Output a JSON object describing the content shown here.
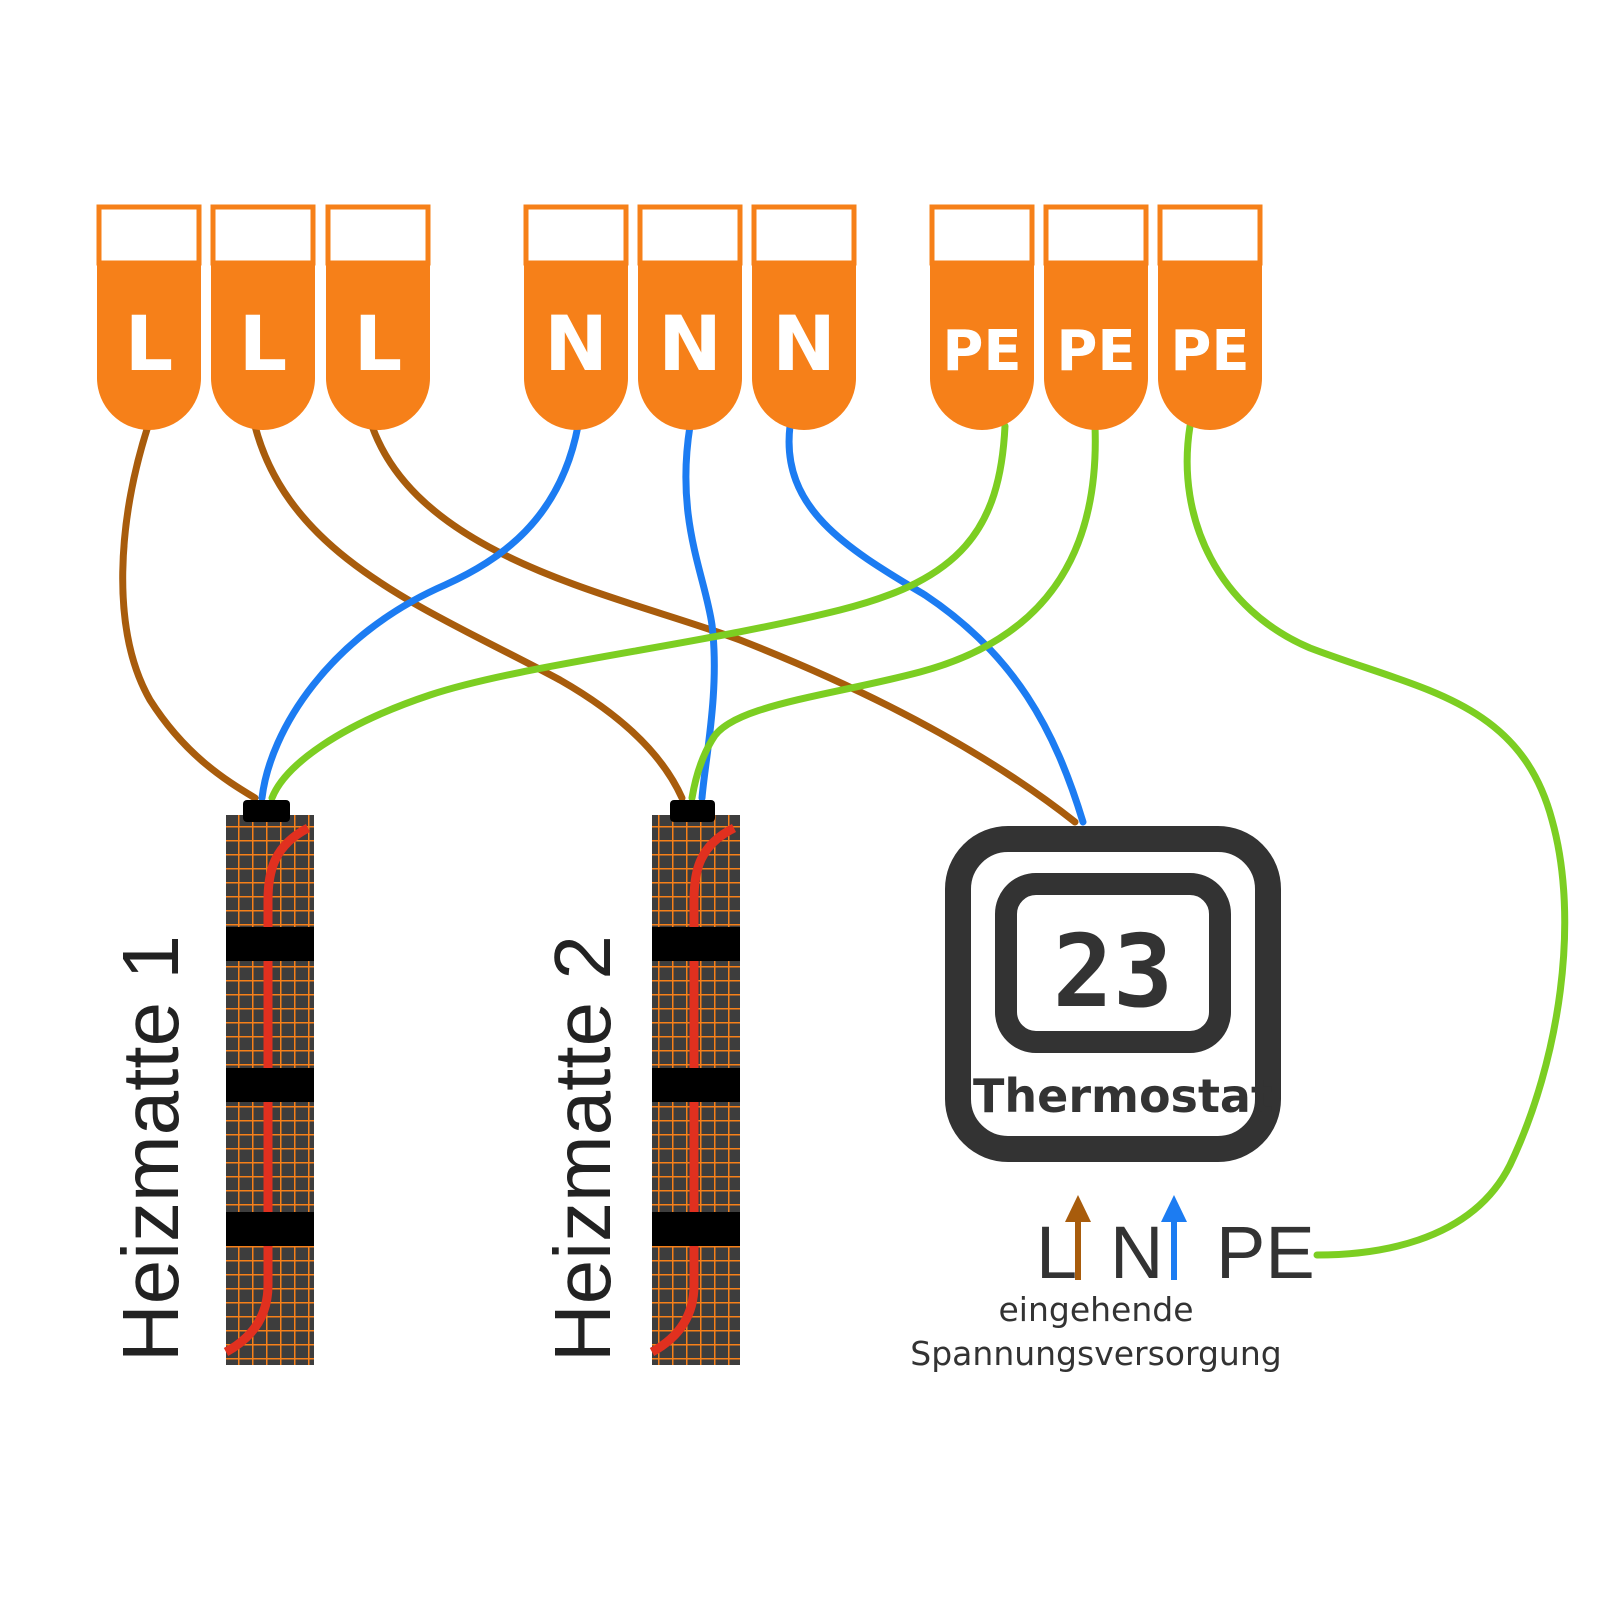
{
  "colors": {
    "terminal_orange": "#f68019",
    "wire_L": "#a85c0c",
    "wire_N": "#1c7cf2",
    "wire_PE": "#7cce22",
    "mat_base": "#3d3d3d",
    "mat_grid": "#f68019",
    "heating_cable": "#e1301f",
    "thermostat_body": "#333333"
  },
  "terminals": [
    {
      "label": "L"
    },
    {
      "label": "L"
    },
    {
      "label": "L"
    },
    {
      "label": "N"
    },
    {
      "label": "N"
    },
    {
      "label": "N"
    },
    {
      "label": "PE"
    },
    {
      "label": "PE"
    },
    {
      "label": "PE"
    }
  ],
  "mats": [
    {
      "label": "Heizmatte 1"
    },
    {
      "label": "Heizmatte 2"
    }
  ],
  "thermostat": {
    "display": "23",
    "label": "Thermostat"
  },
  "supply": {
    "L": "L",
    "N": "N",
    "PE": "PE",
    "caption_line1": "eingehende",
    "caption_line2": "Spannungsversorgung"
  }
}
